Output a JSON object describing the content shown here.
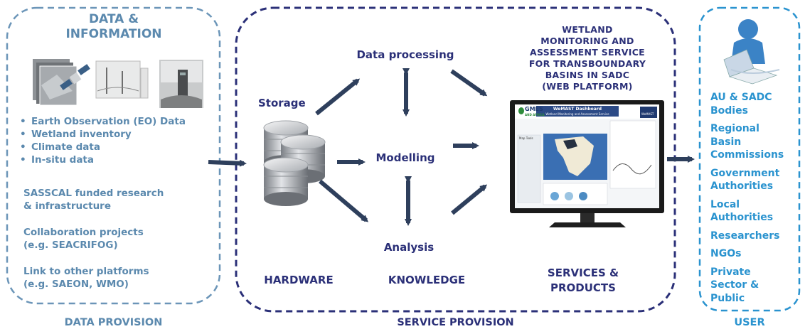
{
  "sections": {
    "data_information": {
      "title_line1": "DATA &",
      "title_line2": "INFORMATION",
      "eo_items": [
        "Earth Observation (EO) Data",
        "Wetland inventory",
        "Climate data",
        "In-situ data"
      ],
      "sasscal_line1": "SASSCAL funded research",
      "sasscal_line2": "& infrastructure",
      "collab_line1": "Collaboration projects",
      "collab_line2": "(e.g. SEACRIFOG)",
      "link_line1": "Link to other platforms",
      "link_line2": "(e.g. SAEON, WMO)",
      "footer": "DATA PROVISION"
    },
    "service_provision": {
      "storage": "Storage",
      "data_processing": "Data processing",
      "modelling": "Modelling",
      "analysis": "Analysis",
      "hardware": "HARDWARE",
      "knowledge": "KNOWLEDGE",
      "services_line1": "SERVICES &",
      "services_line2": "PRODUCTS",
      "service_title": [
        "WETLAND",
        "MONITORING AND",
        "ASSESSMENT SERVICE",
        "FOR TRANSBOUNDARY",
        "BASINS IN SADC",
        "(WEB PLATFORM)"
      ],
      "footer": "SERVICE PROVISION"
    },
    "user": {
      "items": [
        [
          "AU & SADC",
          "Bodies"
        ],
        [
          "Regional",
          "Basin",
          "Commissions"
        ],
        [
          "Government",
          "Authorities"
        ],
        [
          "Local",
          "Authorities"
        ],
        [
          "Researchers"
        ],
        [
          "NGOs"
        ],
        [
          "Private",
          "Sector &",
          "Public"
        ]
      ],
      "footer": "USER"
    }
  },
  "screen": {
    "logo_line1": "GMES",
    "logo_line2": "AND AFRICA",
    "dashboard_title": "WeMAST Dashboard",
    "dashboard_subtitle": "Wetland Monitoring and Assessment Service",
    "map_tools": "Map Tools",
    "brand": "WeMAST"
  },
  "colors": {
    "left_blue": "#5b89ae",
    "navy": "#2b3078",
    "user_blue": "#2a93cf",
    "arrow": "#2e3f5c",
    "user_border": "#2a93cf"
  },
  "icons": {
    "satellite": "satellite-icon",
    "database": "database-icon",
    "monitor": "monitor-icon",
    "user": "user-laptop-icon"
  }
}
